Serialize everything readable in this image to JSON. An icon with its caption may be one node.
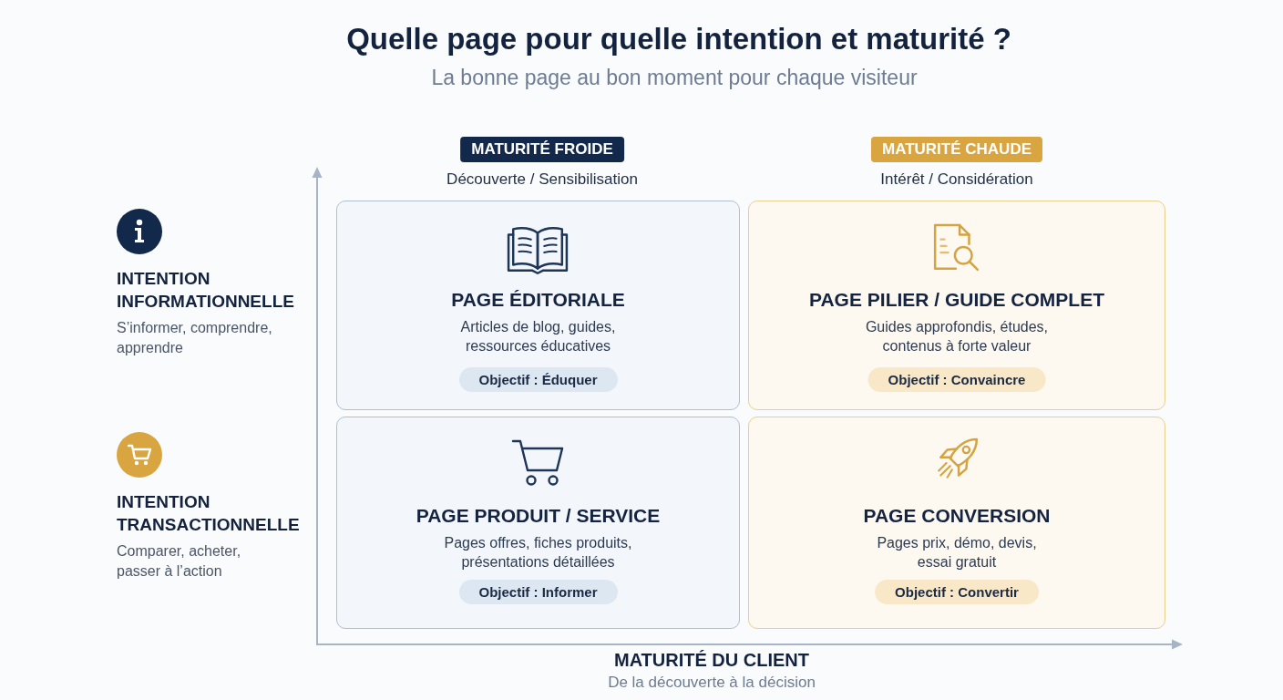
{
  "diagram": {
    "title": "Quelle page pour quelle intention et maturité ?",
    "nodes": [
      {
        "text": [
          "MATURITÉ FROIDE"
        ],
        "beside": [
          "Découverte / Sensibilisation"
        ]
      },
      {
        "text": [
          "MATURITÉ CHAUDE"
        ],
        "beside": [
          "Intérêt / Considération"
        ]
      },
      {
        "text": [
          "PAGE ÉDITORIALE",
          "Articles de blog, guides, ressources éducatives"
        ]
      },
      {
        "text": [
          "Objectif : Éduquer"
        ],
        "in": 2
      },
      {
        "text": [
          "PAGE PILIER / GUIDE COMPLET",
          "Guides approfondis, études, contenus à forte valeur"
        ]
      },
      {
        "text": [
          "Objectif : Convaincre"
        ],
        "in": 4
      },
      {
        "text": [
          "PAGE PRODUIT / SERVICE",
          "Pages offres, fiches produits, présentations détaillées"
        ]
      },
      {
        "text": [
          "Objectif : Informer"
        ],
        "in": 6
      },
      {
        "text": [
          "PAGE CONVERSION",
          "Pages prix, démo, devis, essai gratuit"
        ]
      },
      {
        "text": [
          "Objectif : Convertir"
        ],
        "in": 8
      }
    ],
    "labels": [
      "La bonne page au bon moment pour chaque visiteur",
      "INTENTION INFORMATIONNELLE",
      "S’informer, comprendre, apprendre",
      "INTENTION TRANSACTIONNELLE",
      "Comparer, acheter, passer à l’action",
      "MATURITÉ DU CLIENT",
      "De la découverte à la décision"
    ]
  }
}
